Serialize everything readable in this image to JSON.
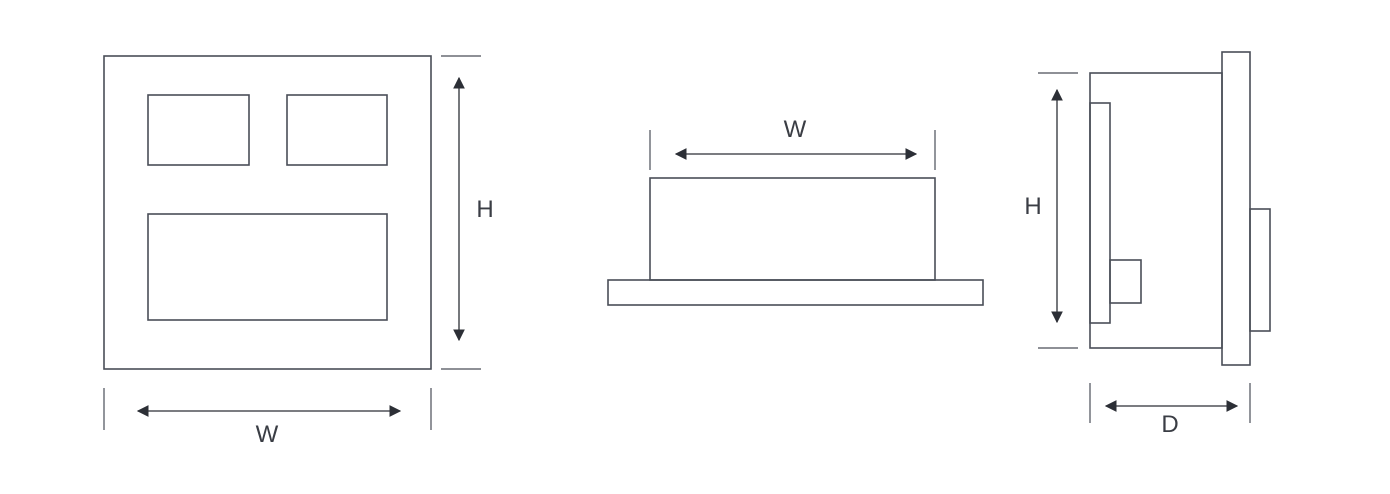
{
  "labels": {
    "front_width": "W",
    "front_height": "H",
    "top_width": "W",
    "side_height": "H",
    "side_depth": "D"
  },
  "colors": {
    "line": "#4a4e58",
    "arrow": "#2c2f36",
    "text": "#3a3d44",
    "background": "#ffffff"
  }
}
